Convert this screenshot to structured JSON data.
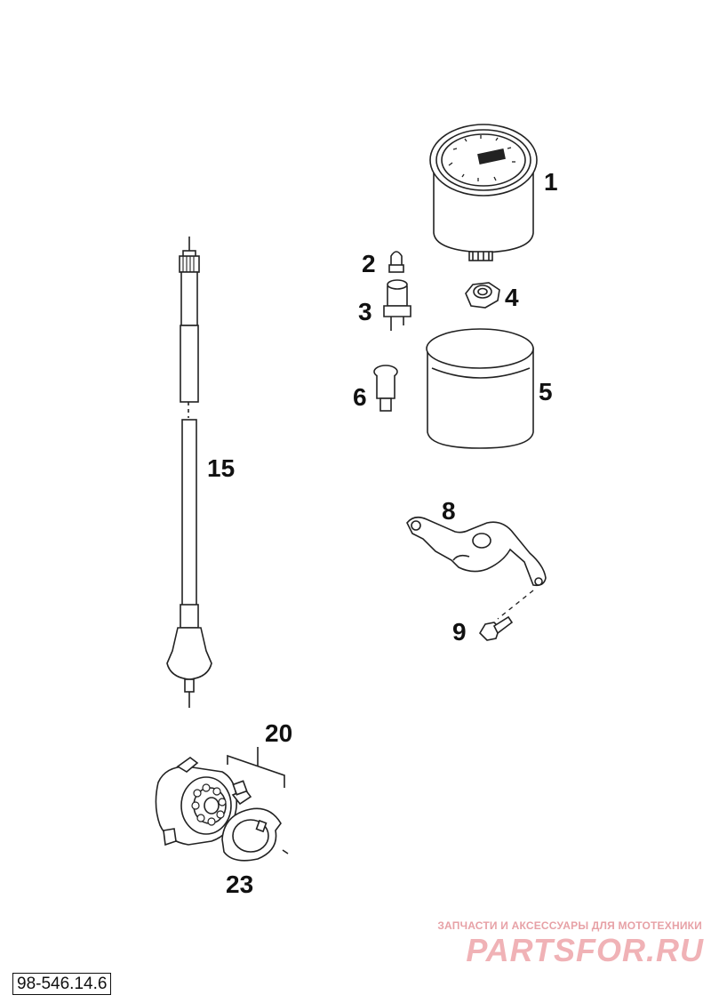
{
  "diagram": {
    "callouts": {
      "p1": "1",
      "p2": "2",
      "p3": "3",
      "p4": "4",
      "p5": "5",
      "p6": "6",
      "p8": "8",
      "p9": "9",
      "p15": "15",
      "p20": "20",
      "p23": "23"
    },
    "reference_code": "98-546.14.6"
  },
  "watermark": {
    "tagline": "ЗАПЧАСТИ И АКСЕССУАРЫ ДЛЯ МОТОТЕХНИКИ",
    "logo": "PARTSFOR.RU"
  },
  "colors": {
    "line": "#222222",
    "watermark": "#f0b2b6"
  }
}
